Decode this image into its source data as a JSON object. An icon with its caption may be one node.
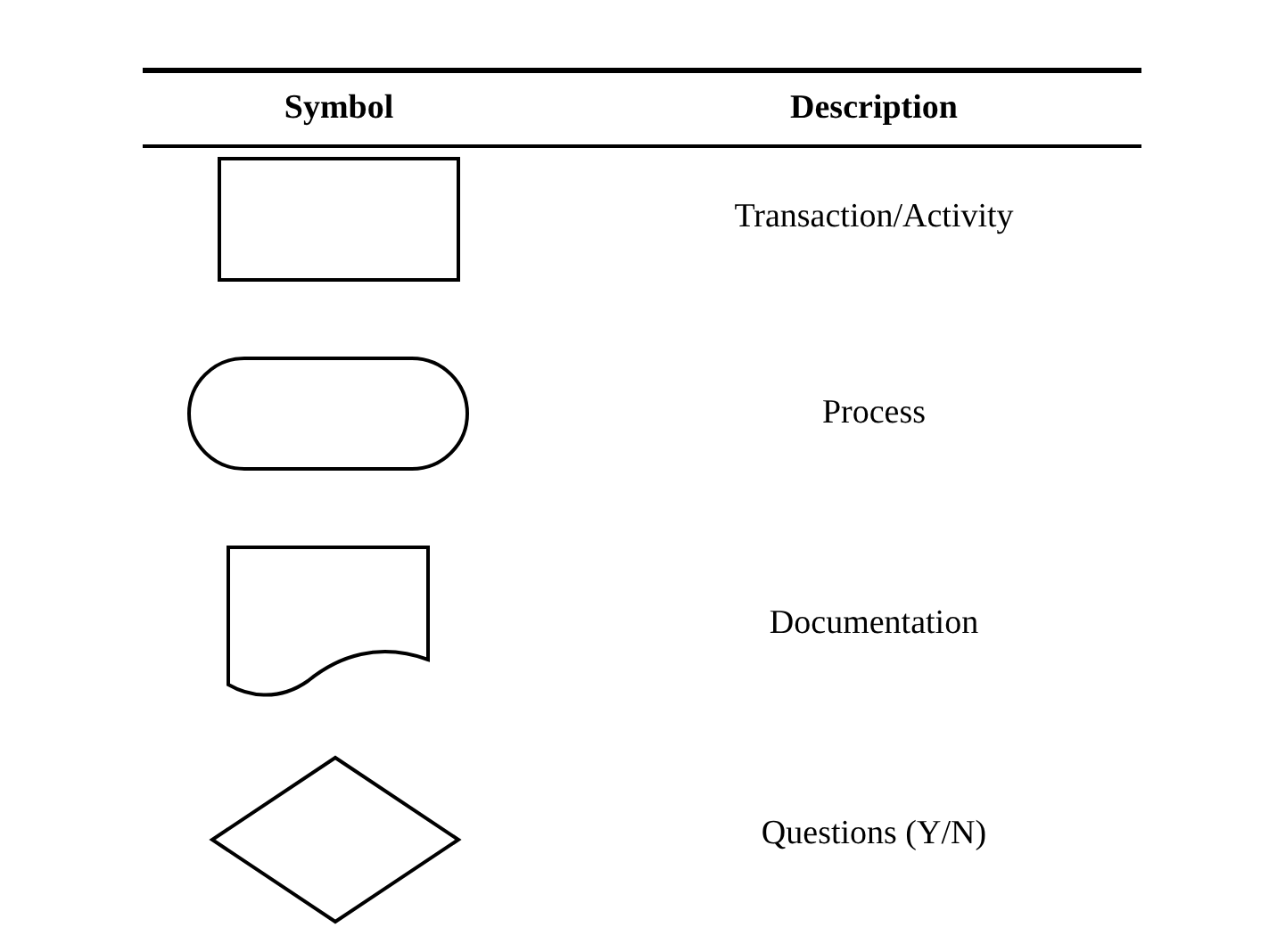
{
  "diagram": {
    "nodes": [
      {
        "text": [],
        "shape": "box"
      },
      {
        "text": [],
        "shape": "stadium"
      },
      {
        "text": [],
        "shape": "document"
      },
      {
        "text": [],
        "shape": "diamond"
      }
    ],
    "labels": [
      "Symbol",
      "Description",
      "Transaction/Activity",
      "Process",
      "Documentation",
      "Questions (Y/N)"
    ]
  }
}
